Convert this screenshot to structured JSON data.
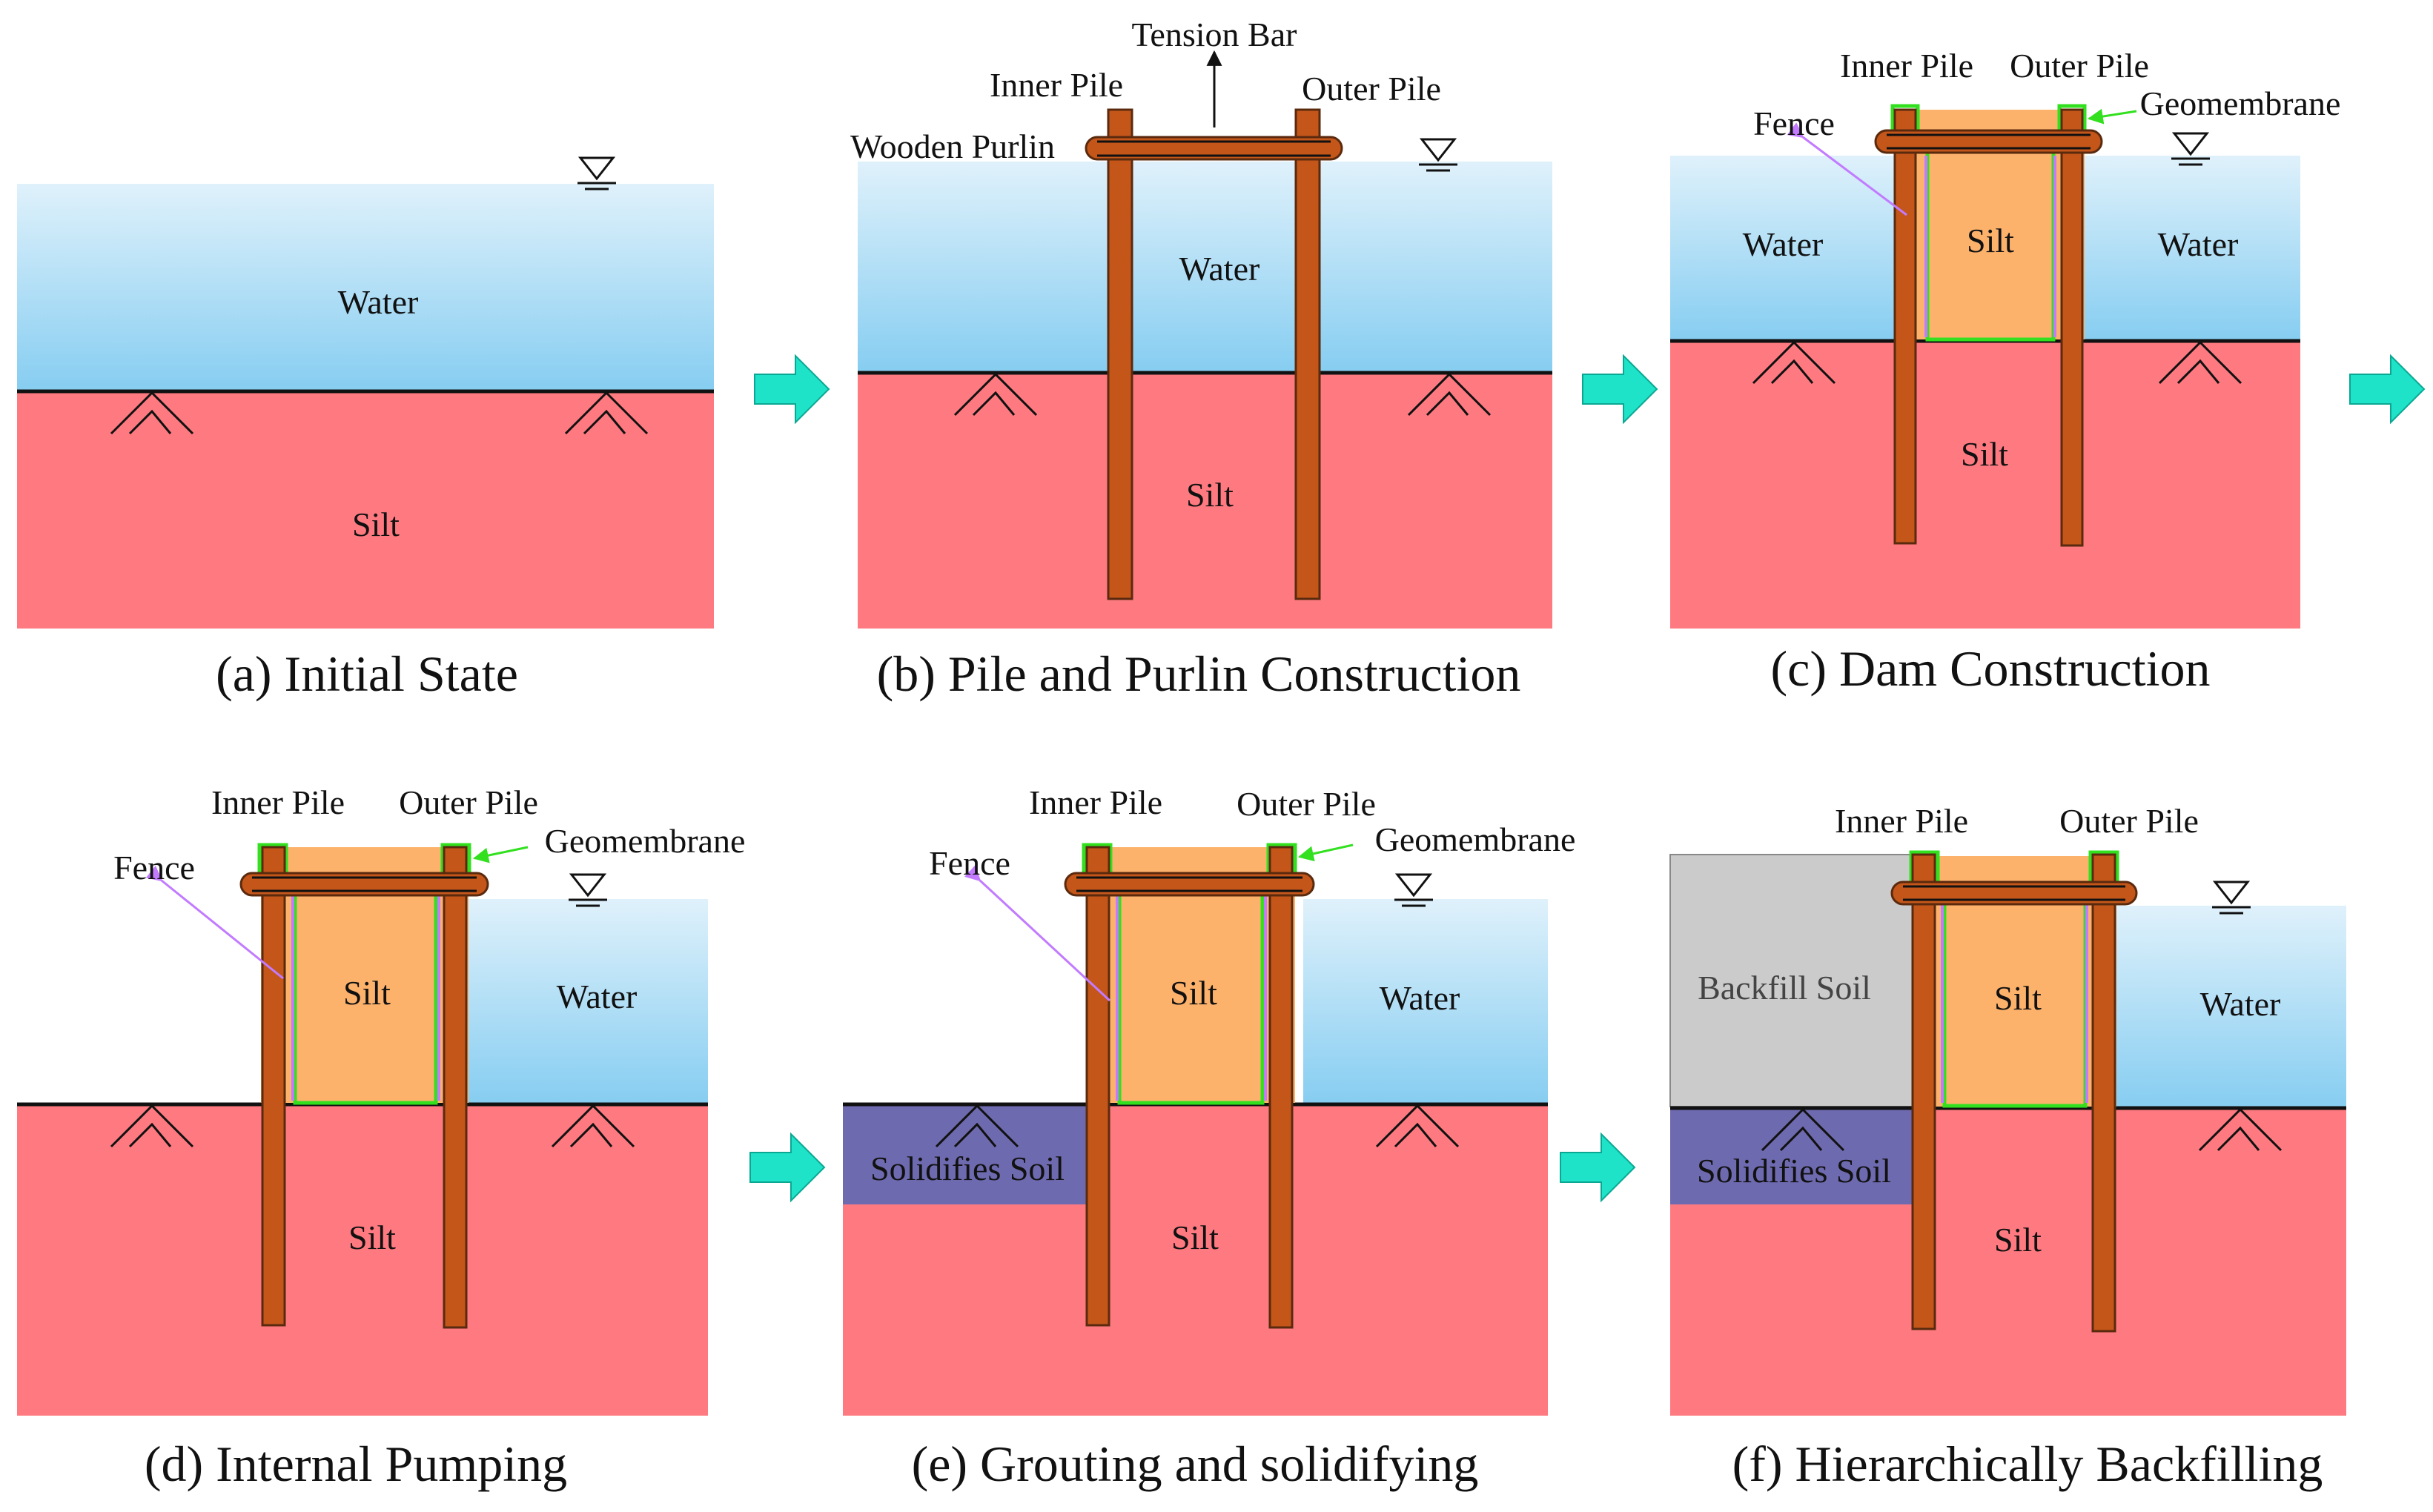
{
  "colors": {
    "water_top": "#dff1fb",
    "water_bottom": "#86cdf1",
    "silt": "#fe7a80",
    "pile": "#c4561a",
    "pile_stroke": "#5a2a0e",
    "dam_fill": "#fdb26c",
    "geomembrane": "#33e020",
    "fence_line": "#c27bff",
    "solidified": "#6e6aaf",
    "backfill": "#cbcbcb",
    "arrow": "#1ee3c8"
  },
  "icons": [
    "water-level-symbol",
    "soil-hatch-symbol",
    "flow-arrow"
  ],
  "panels": [
    {
      "id": "a",
      "caption": "(a) Initial State",
      "labels": {
        "water": "Water",
        "silt": "Silt"
      }
    },
    {
      "id": "b",
      "caption": "(b) Pile and Purlin Construction",
      "labels": {
        "water": "Water",
        "silt": "Silt",
        "inner_pile": "Inner Pile",
        "outer_pile": "Outer Pile",
        "tension_bar": "Tension Bar",
        "wooden_purlin": "Wooden Purlin"
      }
    },
    {
      "id": "c",
      "caption": "(c) Dam Construction",
      "labels": {
        "water_left": "Water",
        "water_right": "Water",
        "silt_dam": "Silt",
        "silt": "Silt",
        "inner_pile": "Inner Pile",
        "outer_pile": "Outer Pile",
        "fence": "Fence",
        "geomembrane": "Geomembrane"
      }
    },
    {
      "id": "d",
      "caption": "(d) Internal Pumping",
      "labels": {
        "water": "Water",
        "silt_dam": "Silt",
        "silt": "Silt",
        "inner_pile": "Inner Pile",
        "outer_pile": "Outer Pile",
        "fence": "Fence",
        "geomembrane": "Geomembrane"
      }
    },
    {
      "id": "e",
      "caption": "(e) Grouting and solidifying",
      "labels": {
        "water": "Water",
        "silt_dam": "Silt",
        "silt": "Silt",
        "inner_pile": "Inner Pile",
        "outer_pile": "Outer Pile",
        "fence": "Fence",
        "geomembrane": "Geomembrane",
        "solidified": "Solidifies Soil"
      }
    },
    {
      "id": "f",
      "caption": "(f) Hierarchically Backfilling",
      "labels": {
        "water": "Water",
        "silt_dam": "Silt",
        "silt": "Silt",
        "inner_pile": "Inner Pile",
        "outer_pile": "Outer Pile",
        "backfill": "Backfill Soil",
        "solidified": "Solidifies Soil"
      }
    }
  ]
}
